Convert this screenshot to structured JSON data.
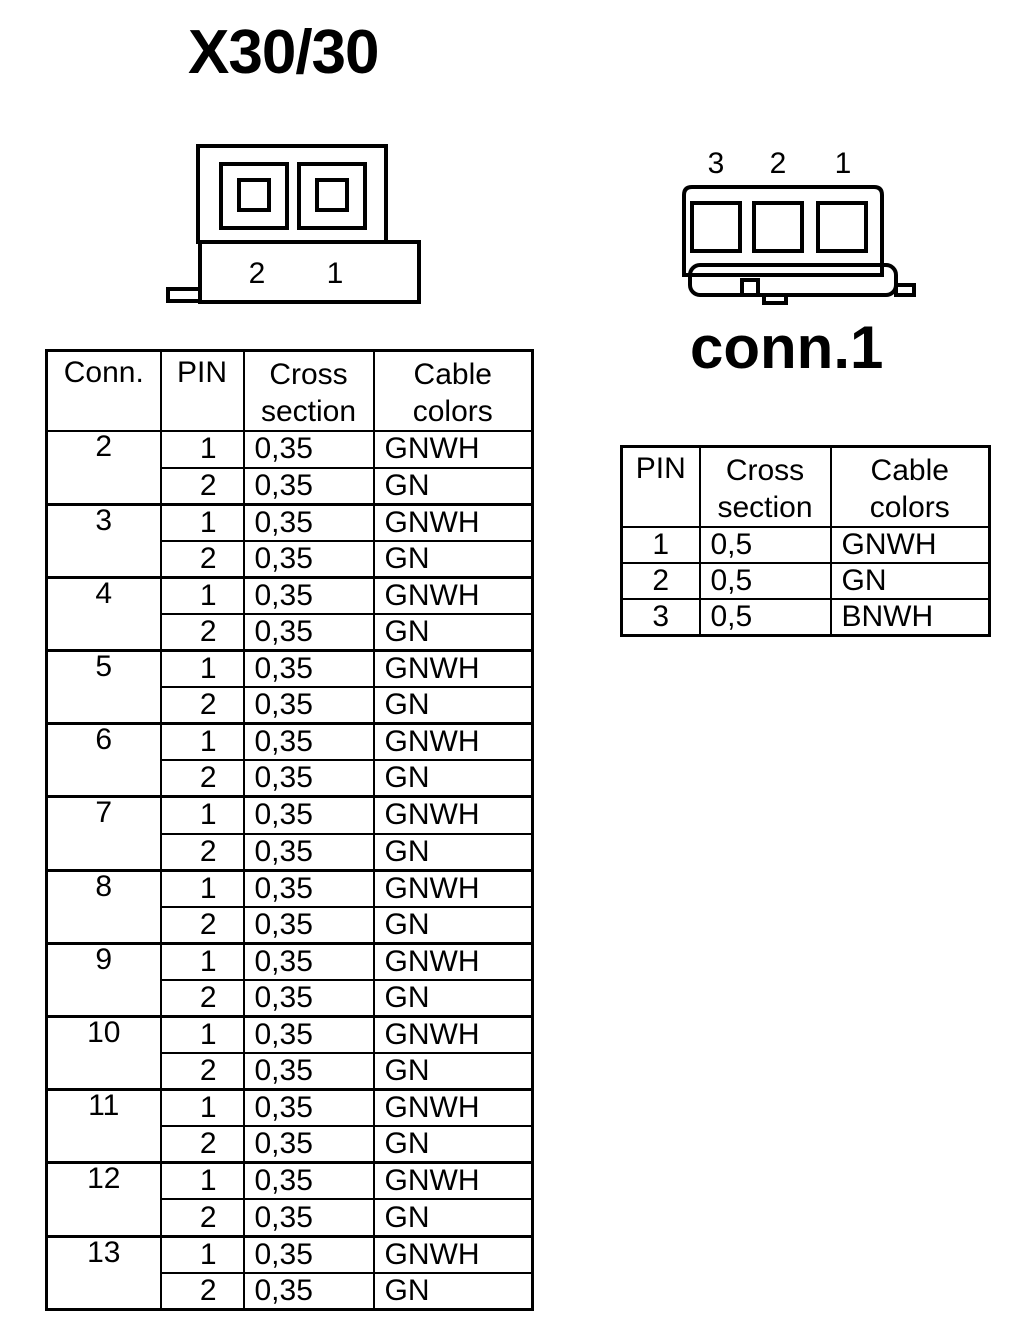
{
  "main_title": "X30/30",
  "conn_title": "conn.1",
  "x30_connector": {
    "pin_labels": [
      "2",
      "1"
    ]
  },
  "conn1_connector": {
    "pin_labels": [
      "3",
      "2",
      "1"
    ]
  },
  "main_table": {
    "headers": [
      "Conn.",
      "PIN",
      "Cross\nsection",
      "Cable\ncolors"
    ],
    "groups": [
      {
        "conn": "2",
        "rows": [
          [
            "1",
            "0,35",
            "GNWH"
          ],
          [
            "2",
            "0,35",
            "GN"
          ]
        ]
      },
      {
        "conn": "3",
        "rows": [
          [
            "1",
            "0,35",
            "GNWH"
          ],
          [
            "2",
            "0,35",
            "GN"
          ]
        ]
      },
      {
        "conn": "4",
        "rows": [
          [
            "1",
            "0,35",
            "GNWH"
          ],
          [
            "2",
            "0,35",
            "GN"
          ]
        ]
      },
      {
        "conn": "5",
        "rows": [
          [
            "1",
            "0,35",
            "GNWH"
          ],
          [
            "2",
            "0,35",
            "GN"
          ]
        ]
      },
      {
        "conn": "6",
        "rows": [
          [
            "1",
            "0,35",
            "GNWH"
          ],
          [
            "2",
            "0,35",
            "GN"
          ]
        ]
      },
      {
        "conn": "7",
        "rows": [
          [
            "1",
            "0,35",
            "GNWH"
          ],
          [
            "2",
            "0,35",
            "GN"
          ]
        ]
      },
      {
        "conn": "8",
        "rows": [
          [
            "1",
            "0,35",
            "GNWH"
          ],
          [
            "2",
            "0,35",
            "GN"
          ]
        ]
      },
      {
        "conn": "9",
        "rows": [
          [
            "1",
            "0,35",
            "GNWH"
          ],
          [
            "2",
            "0,35",
            "GN"
          ]
        ]
      },
      {
        "conn": "10",
        "rows": [
          [
            "1",
            "0,35",
            "GNWH"
          ],
          [
            "2",
            "0,35",
            "GN"
          ]
        ]
      },
      {
        "conn": "11",
        "rows": [
          [
            "1",
            "0,35",
            "GNWH"
          ],
          [
            "2",
            "0,35",
            "GN"
          ]
        ]
      },
      {
        "conn": "12",
        "rows": [
          [
            "1",
            "0,35",
            "GNWH"
          ],
          [
            "2",
            "0,35",
            "GN"
          ]
        ]
      },
      {
        "conn": "13",
        "rows": [
          [
            "1",
            "0,35",
            "GNWH"
          ],
          [
            "2",
            "0,35",
            "GN"
          ]
        ]
      }
    ]
  },
  "side_table": {
    "headers": [
      "PIN",
      "Cross\nsection",
      "Cable\ncolors"
    ],
    "rows": [
      [
        "1",
        "0,5",
        "GNWH"
      ],
      [
        "2",
        "0,5",
        "GN"
      ],
      [
        "3",
        "0,5",
        "BNWH"
      ]
    ]
  }
}
